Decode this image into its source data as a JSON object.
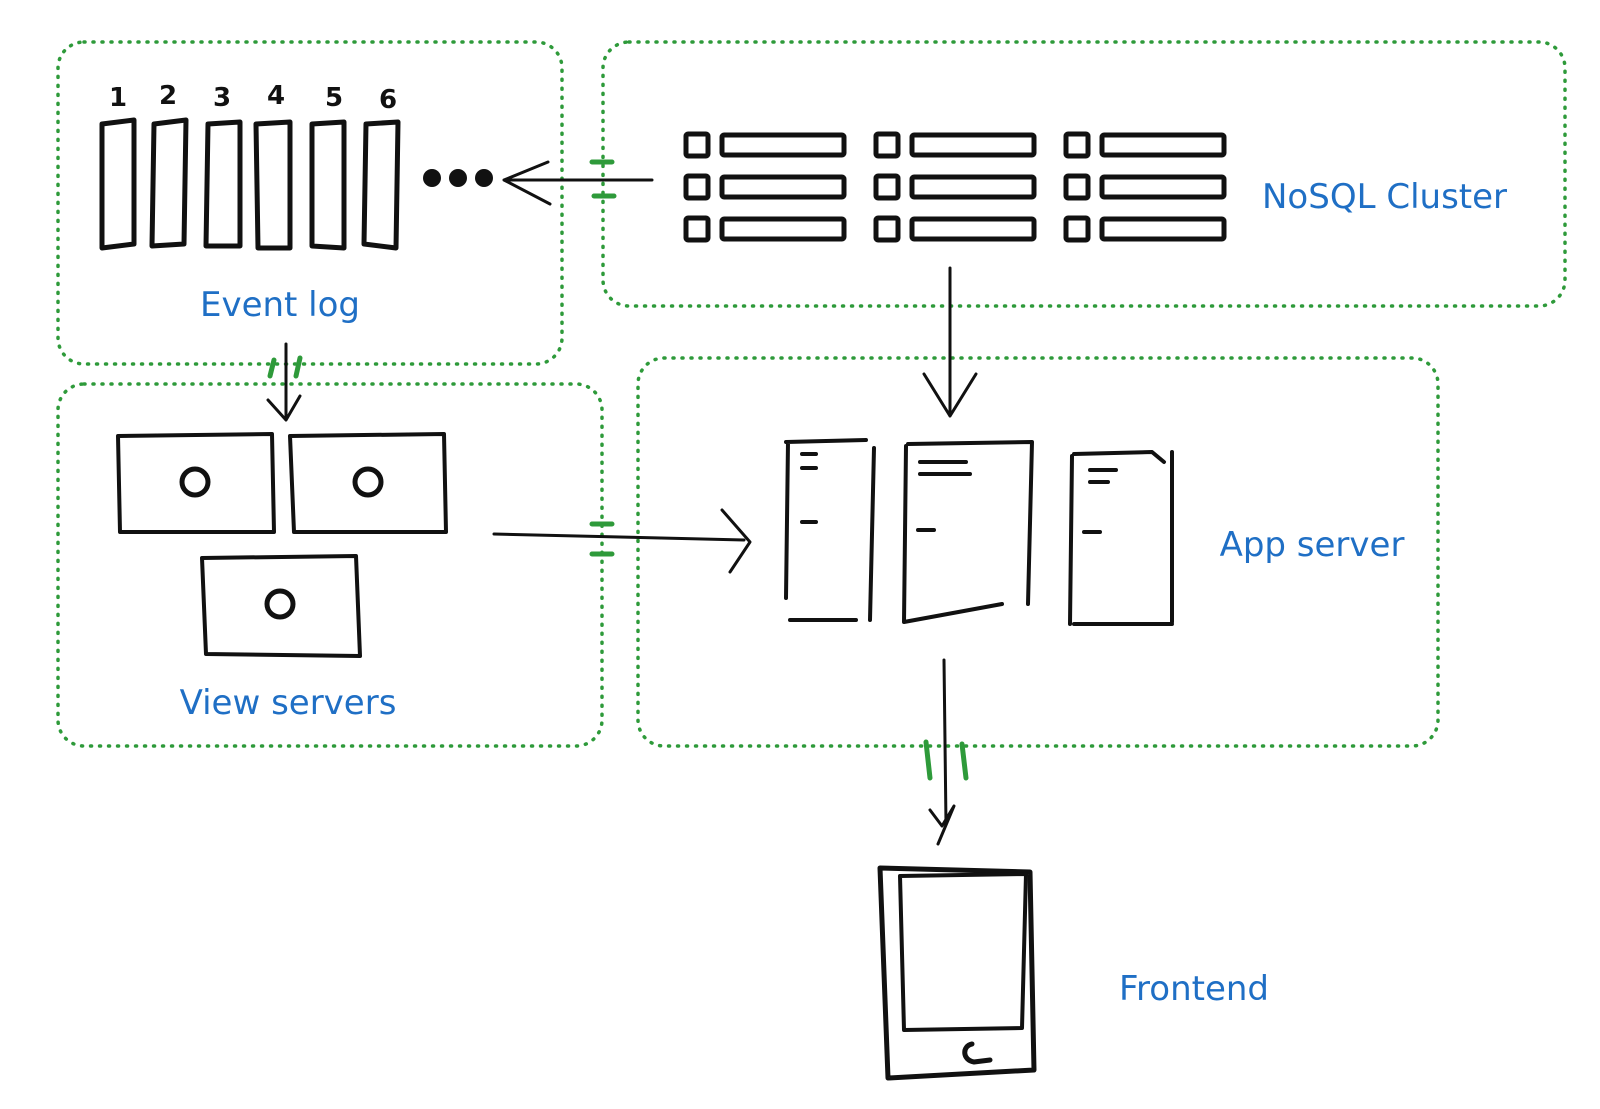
{
  "colors": {
    "ink": "#111111",
    "label": "#1f6fc5",
    "boundary": "#2e9a3a",
    "background": "#ffffff"
  },
  "event_log": {
    "label": "Event log",
    "partitions": [
      "1",
      "2",
      "3",
      "4",
      "5",
      "6"
    ],
    "ellipsis_icon": "ellipsis-icon"
  },
  "nosql_cluster": {
    "label": "NoSQL Cluster",
    "rows": 3,
    "columns": 3,
    "node_icon": "db-row-icon"
  },
  "view_servers": {
    "label": "View servers",
    "count": 3,
    "node_icon": "monitor-icon"
  },
  "app_server": {
    "label": "App server",
    "count": 3,
    "node_icon": "server-tower-icon"
  },
  "frontend": {
    "label": "Frontend",
    "device_icon": "tablet-icon"
  }
}
